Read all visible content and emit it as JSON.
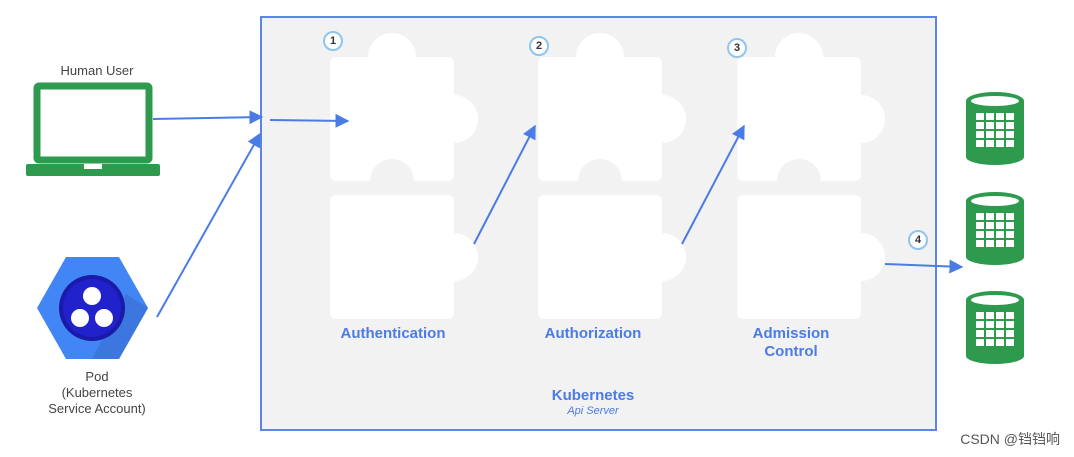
{
  "actors": {
    "human_user_label": "Human User",
    "pod_label_lines": [
      "Pod",
      "(Kubernetes",
      "Service Account)"
    ]
  },
  "stages": [
    {
      "number": "1",
      "label_lines": [
        "Authentication"
      ]
    },
    {
      "number": "2",
      "label_lines": [
        "Authorization"
      ]
    },
    {
      "number": "3",
      "label_lines": [
        "Admission",
        "Control"
      ]
    }
  ],
  "storage_step_number": "4",
  "api_server": {
    "title": "Kubernetes",
    "subtitle": "Api Server"
  },
  "watermark": "CSDN @铛铛响",
  "colors": {
    "box_border": "#5b86e5",
    "box_fill": "#f2f2f2",
    "arrow": "#4b7be5",
    "accent_green": "#2e9a4e",
    "pod_blue": "#4285f4",
    "label_blue": "#4b7be5"
  }
}
